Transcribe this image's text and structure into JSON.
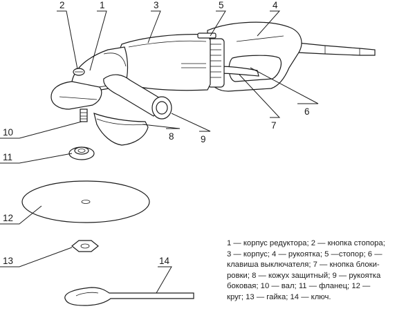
{
  "callouts": {
    "c1": "1",
    "c2": "2",
    "c3": "3",
    "c4": "4",
    "c5": "5",
    "c6": "6",
    "c7": "7",
    "c8": "8",
    "c9": "9",
    "c10": "10",
    "c11": "11",
    "c12": "12",
    "c13": "13",
    "c14": "14"
  },
  "legend": {
    "lines": [
      "1 — корпус редуктора; 2 — кнопка стопора;",
      "3 — корпус; 4 — рукоятка; 5 —стопор; 6 —",
      "клавиша выключателя; 7 — кнопка блоки-",
      "ровки; 8 — кожух защитный; 9 — рукоятка",
      "боковая;  10 — вал;  11 — фланец;  12 —",
      "круг; 13 — гайка; 14 — ключ."
    ]
  }
}
